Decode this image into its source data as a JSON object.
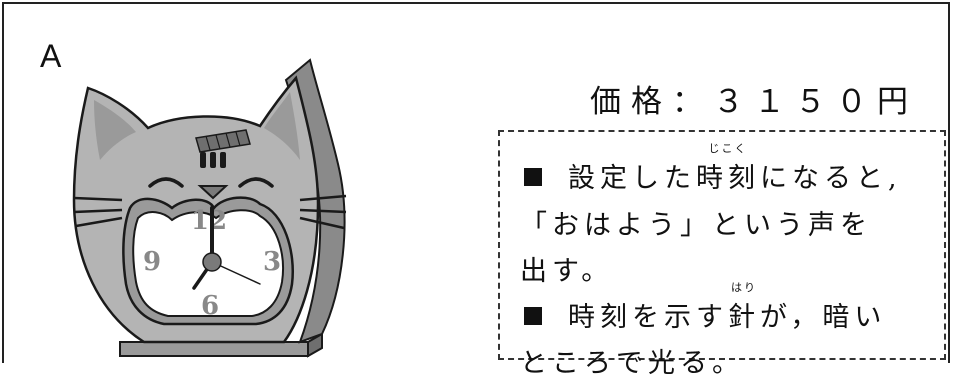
{
  "card": {
    "label": "A",
    "price": "価格：３１５０円",
    "description": {
      "bullet1": {
        "prefix": "設定した",
        "ruby_base": "時刻",
        "ruby_reading": "じこく",
        "suffix": "になると,"
      },
      "line2": "「おはよう」という声を",
      "line3": "出す。",
      "bullet2": {
        "prefix": "時刻を示す",
        "ruby_base": "針",
        "ruby_reading": "はり",
        "suffix": "が，暗い"
      },
      "line5": "ところで光る。"
    }
  },
  "clock_dial": {
    "numeral_12": "12",
    "numeral_3": "3",
    "numeral_6": "6",
    "numeral_9": "9"
  },
  "colors": {
    "body_gray": "#b4b4b4",
    "side_gray": "#8a8a8a",
    "outline": "#1a1a1a",
    "face": "#ffffff"
  }
}
